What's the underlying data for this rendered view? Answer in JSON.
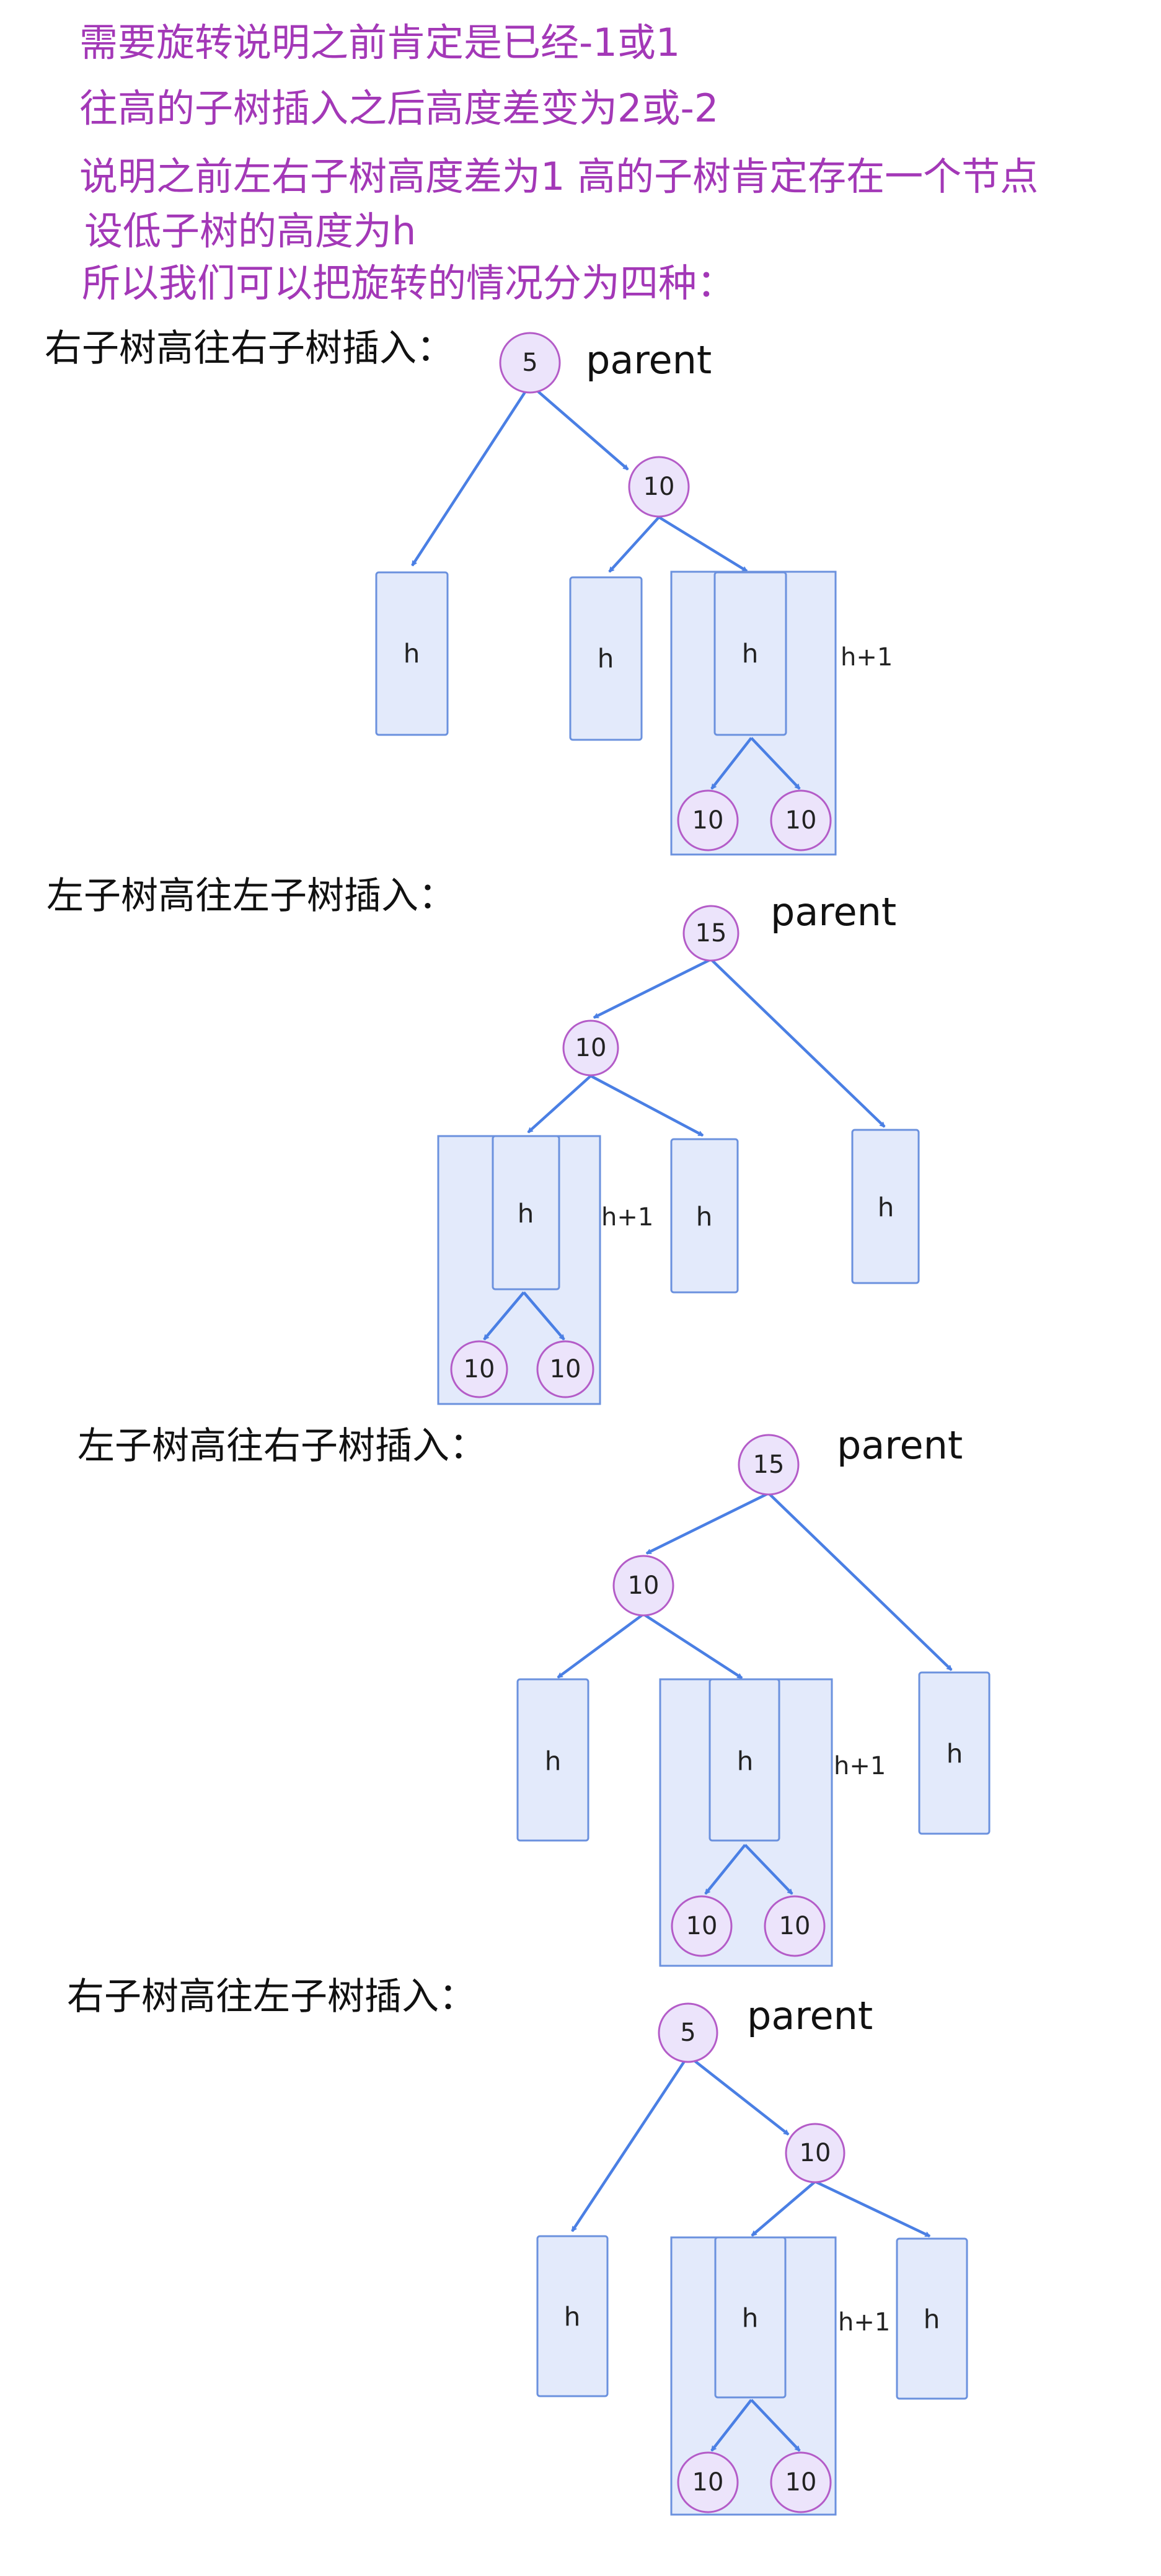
{
  "notes": [
    "需要旋转说明之前肯定是已经-1或1",
    "往高的子树插入之后高度差变为2或-2",
    "说明之前左右子树高度差为1   高的子树肯定存在一个节点",
    "设低子树的高度为h",
    "所以我们可以把旋转的情况分为四种："
  ],
  "cases": [
    {
      "heading": "右子树高往右子树插入：",
      "parent_label": "parent",
      "root_value": "5",
      "child_value": "10",
      "height_label": "h",
      "group_label": "h+1",
      "leaf_values": [
        "10",
        "10"
      ]
    },
    {
      "heading": "左子树高往左子树插入：",
      "parent_label": "parent",
      "root_value": "15",
      "child_value": "10",
      "height_label": "h",
      "group_label": "h+1",
      "leaf_values": [
        "10",
        "10"
      ]
    },
    {
      "heading": "左子树高往右子树插入：",
      "parent_label": "parent",
      "root_value": "15",
      "child_value": "10",
      "height_label": "h",
      "group_label": "h+1",
      "leaf_values": [
        "10",
        "10"
      ]
    },
    {
      "heading": "右子树高往左子树插入：",
      "parent_label": "parent",
      "root_value": "5",
      "child_value": "10",
      "height_label": "h",
      "group_label": "h+1",
      "leaf_values": [
        "10",
        "10"
      ]
    }
  ],
  "colors": {
    "note_text": "#a338b7",
    "node_fill": "#ece4fb",
    "node_stroke": "#b45cc8",
    "box_fill": "#e3eafb",
    "box_stroke": "#6b91de",
    "edge": "#4a7fe4"
  }
}
